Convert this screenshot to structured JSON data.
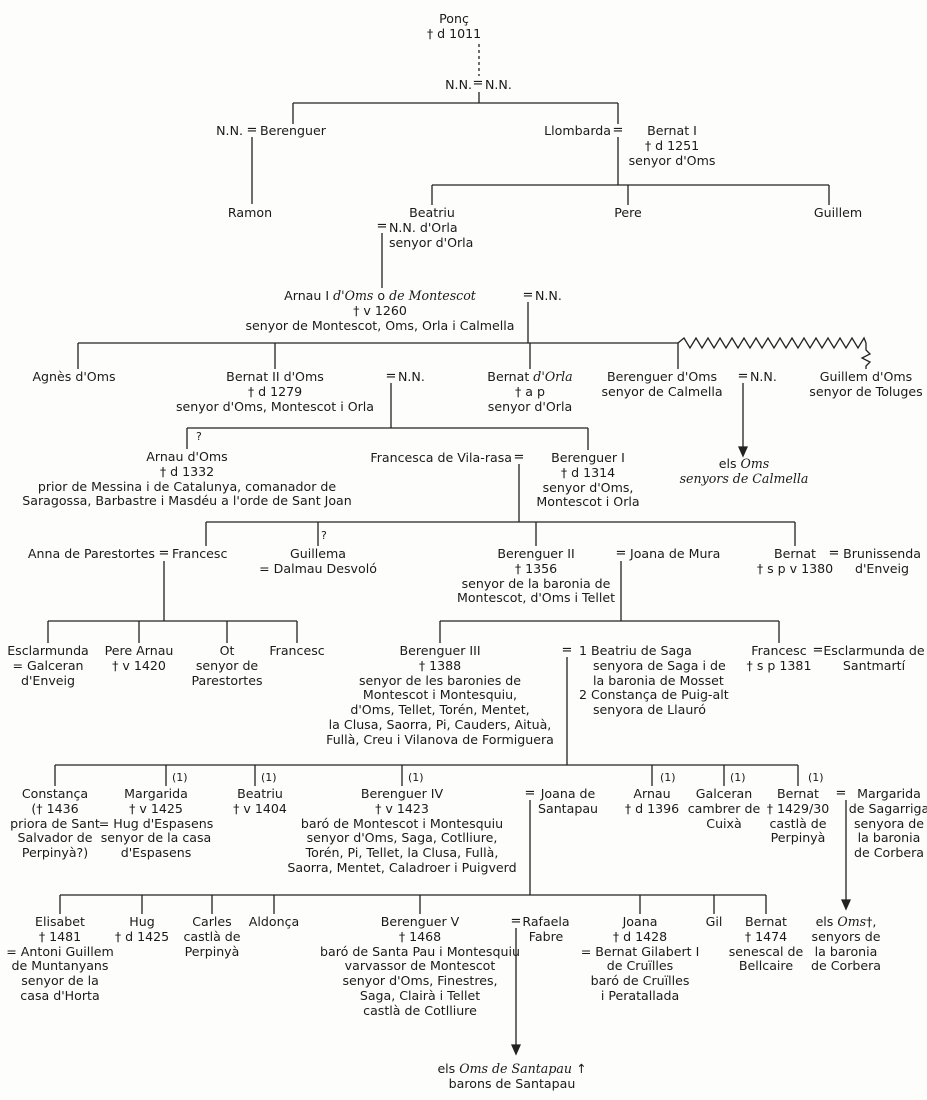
{
  "people": {
    "ponc": [
      "Ponç",
      "† d 1011"
    ],
    "nn_root_left": "N.N.",
    "nn_root_right": "N.N.",
    "nn_wife_berenguer": "N.N.",
    "berenguer_g1": "Berenguer",
    "llombarda": "Llombarda",
    "bernat_i": [
      "Bernat I",
      "† d 1251",
      "senyor d'Oms"
    ],
    "ramon": "Ramon",
    "beatriu": "Beatriu",
    "nn_orla": [
      "N.N. d'Orla",
      "senyor d'Orla"
    ],
    "pere": "Pere",
    "guillem_g3": "Guillem",
    "arnau_i": {
      "name_a": "Arnau I ",
      "name_b": "d'Oms",
      "name_c": " o ",
      "name_d": "de Montescot",
      "line2": "† v 1260",
      "line3": "senyor de Montescot, Oms, Orla i Calmella"
    },
    "nn_arnau_wife": "N.N.",
    "agnes": "Agnès d'Oms",
    "bernat_ii": [
      "Bernat II d'Oms",
      "† d 1279",
      "senyor d'Oms, Montescot i Orla"
    ],
    "nn_bernat_ii_wife": "N.N.",
    "bernat_orla": {
      "name_a": "Bernat ",
      "name_b": "d'Orla",
      "line2": "† a p",
      "line3": "senyor d'Orla"
    },
    "berenguer_calmella": [
      "Berenguer d'Oms",
      "senyor de Calmella"
    ],
    "nn_calmella_wife": "N.N.",
    "guillem_toluges": [
      "Guillem d'Oms",
      "senyor de Toluges"
    ],
    "arnau_oms": [
      "Arnau d'Oms",
      "† d 1332",
      "prior de Messina i de Catalunya, comanador de",
      "Saragossa, Barbastre i Masdéu a l'orde de Sant Joan"
    ],
    "francesca": "Francesca de Vila-rasa",
    "berenguer_i": [
      "Berenguer I",
      "† d 1314",
      "senyor d'Oms,",
      "Montescot i Orla"
    ],
    "oms_calmella": {
      "line1_a": "els ",
      "line1_b": "Oms",
      "line2": "senyors de Calmella"
    },
    "anna": "Anna de Parestortes",
    "francesc_g6": "Francesc",
    "guillema": [
      "Guillema",
      "= Dalmau Desvoló"
    ],
    "berenguer_ii": [
      "Berenguer II",
      "† 1356",
      "senyor de la baronia de",
      "Montescot, d'Oms i Tellet"
    ],
    "joana_mura": "Joana de Mura",
    "bernat_1380": [
      "Bernat",
      "† s p v 1380"
    ],
    "brunissenda": [
      "Brunissenda",
      "d'Enveig"
    ],
    "esclarmunda": [
      "Esclarmunda",
      "= Galceran",
      "d'Enveig"
    ],
    "pere_arnau": [
      "Pere Arnau",
      "† v 1420"
    ],
    "ot": [
      "Ot",
      "senyor de",
      "Parestortes"
    ],
    "francesc_g7": "Francesc",
    "berenguer_iii": [
      "Berenguer III",
      "† 1388",
      "senyor de les baronies de",
      "Montescot  i Montesquiu,",
      "d'Oms, Tellet, Torén, Mentet,",
      "la Clusa, Saorra, Pi, Cauders, Aituà,",
      "Fullà, Creu i Vilanova de Formiguera"
    ],
    "wives_b3": [
      "1 Beatriu de Saga",
      "senyora de Saga i de",
      "la baronia de Mosset",
      "2 Constança de Puig-alt",
      "senyora de Llauró"
    ],
    "francesc_1381": [
      "Francesc",
      "† s p 1381"
    ],
    "esclarmunda_santmarti": [
      "Esclarmunda de",
      "Santmartí"
    ],
    "constanca": [
      "Constança",
      "(† 1436",
      "priora de Sant",
      "Salvador de",
      "Perpinyà?)"
    ],
    "margarida": [
      "Margarida",
      "† v 1425",
      "= Hug d'Espasens",
      "senyor de la casa",
      "d'Espasens"
    ],
    "beatriu_1404": [
      "Beatriu",
      "† v 1404"
    ],
    "berenguer_iv": [
      "Berenguer IV",
      "† v 1423",
      "baró de Montescot i Montesquiu",
      "senyor d'Oms, Saga, Cotlliure,",
      "Torén, Pi, Tellet, la Clusa, Fullà,",
      "Saorra, Mentet, Caladroer i Puigverd"
    ],
    "joana_santapau": [
      "Joana de",
      "Santapau"
    ],
    "arnau_1396": [
      "Arnau",
      "† d 1396"
    ],
    "galceran": [
      "Galceran",
      "cambrer de",
      "Cuixà"
    ],
    "bernat_castla": [
      "Bernat",
      "† 1429/30",
      "castlà de",
      "Perpinyà"
    ],
    "margarida_sagarriga": [
      "Margarida",
      "de Sagarriga",
      "senyora de",
      "la baronia",
      "de Corbera"
    ],
    "elisabet": [
      "Elisabet",
      "† 1481",
      "= Antoni Guillem",
      "de Muntanyans",
      "senyor de la",
      "casa d'Horta"
    ],
    "hug": [
      "Hug",
      "† d 1425"
    ],
    "carles": [
      "Carles",
      "castlà de",
      "Perpinyà"
    ],
    "aldonca": "Aldonça",
    "berenguer_v": [
      "Berenguer V",
      "† 1468",
      "baró de Santa Pau i Montesquiu",
      "varvassor de Montescot",
      "senyor d'Oms, Finestres,",
      "Saga, Clairà i Tellet",
      "castlà de Cotlliure"
    ],
    "rafaela": [
      "Rafaela",
      "Fabre"
    ],
    "joana_1428": [
      "Joana",
      "† d 1428",
      "= Bernat Gilabert I",
      "de Cruïlles",
      "baró de Cruïlles",
      "i Peratallada"
    ],
    "gil": "Gil",
    "bernat_bellcaire": [
      "Bernat",
      "† 1474",
      "senescal de",
      "Bellcaire"
    ],
    "oms_corbera": {
      "line1_a": "els ",
      "line1_b": "Oms",
      "line1_c": "†,",
      "line2": "senyors de",
      "line3": "la baronia",
      "line4": "de Corbera"
    },
    "oms_santapau": {
      "line1_a": "els ",
      "line1_b": "Oms de Santapau",
      "line1_c": " ↑",
      "line2": "barons de Santapau"
    }
  },
  "marks": {
    "equals": "=",
    "uncertain": "?",
    "second_marriage": "(1)"
  }
}
